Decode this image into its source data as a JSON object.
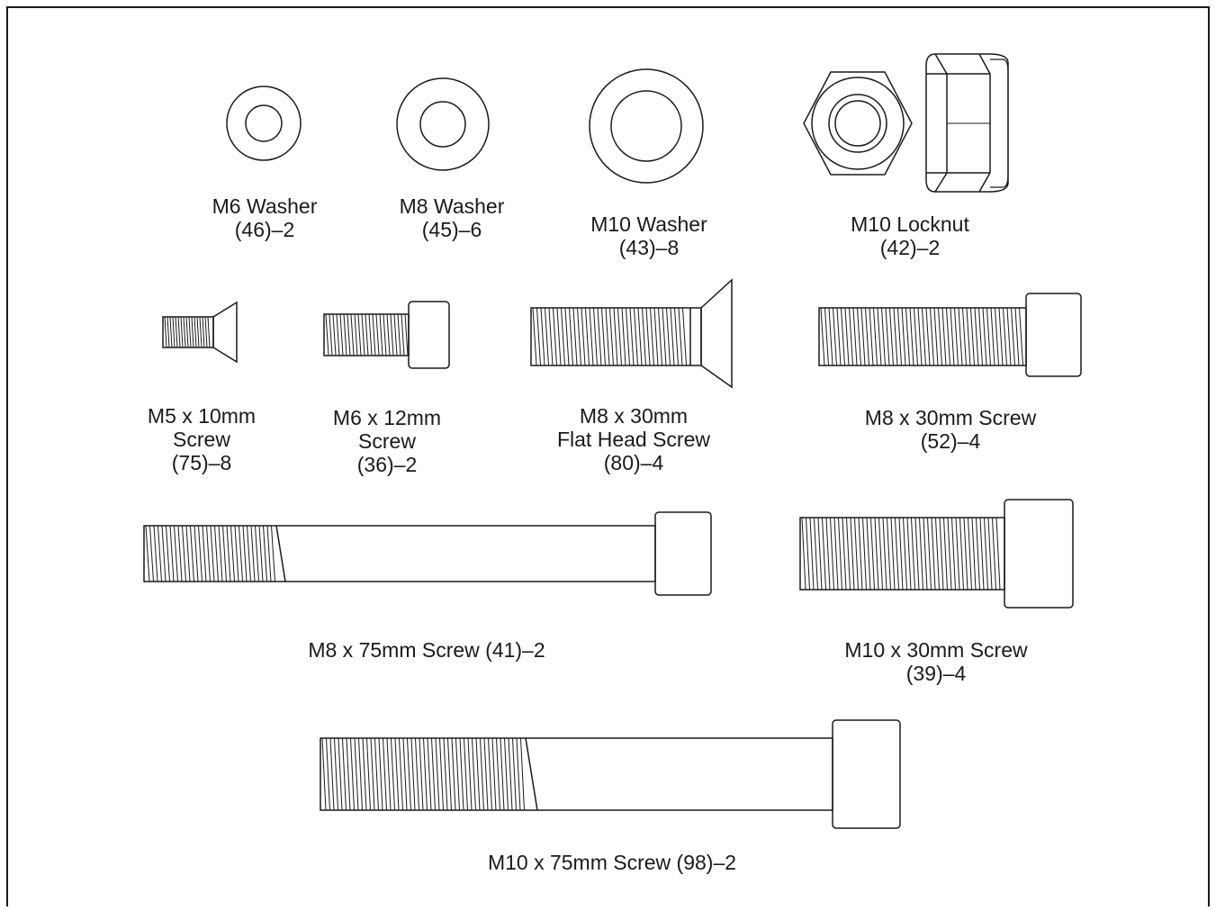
{
  "parts": {
    "m6_washer": {
      "name": "M6 Washer",
      "ref": "(46)–2"
    },
    "m8_washer": {
      "name": "M8 Washer",
      "ref": "(45)–6"
    },
    "m10_washer": {
      "name": "M10 Washer",
      "ref": "(43)–8"
    },
    "m10_locknut": {
      "name": "M10 Locknut",
      "ref": "(42)–2"
    },
    "m5_10_screw": {
      "line1": "M5 x 10mm",
      "line2": "Screw",
      "ref": "(75)–8"
    },
    "m6_12_screw": {
      "line1": "M6 x 12mm",
      "line2": "Screw",
      "ref": "(36)–2"
    },
    "m8_30_flat_screw": {
      "line1": "M8 x 30mm",
      "line2": "Flat Head Screw",
      "ref": "(80)–4"
    },
    "m8_30_screw": {
      "name": "M8 x 30mm Screw",
      "ref": "(52)–4"
    },
    "m8_75_screw": {
      "label": "M8 x 75mm Screw (41)–2"
    },
    "m10_30_screw": {
      "name": "M10 x 30mm Screw",
      "ref": "(39)–4"
    },
    "m10_75_screw": {
      "label": "M10 x 75mm Screw (98)–2"
    }
  },
  "colors": {
    "line": "#1a1a1a",
    "background": "#ffffff"
  }
}
